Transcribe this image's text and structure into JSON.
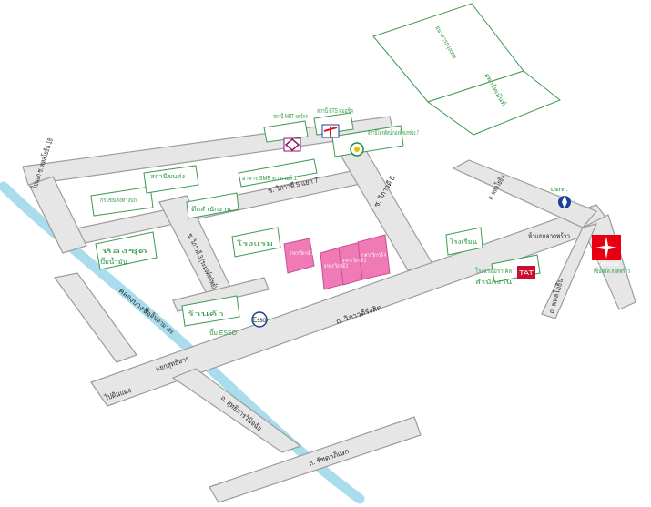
{
  "colors": {
    "canal": "#a9dcec",
    "road_fill": "#e6e6e6",
    "road_edge": "#9c9c9c",
    "building_stroke": "#3e9a52",
    "label_green": "#2f9a44",
    "target_pink": "#f07ab6",
    "central_red": "#e60012"
  },
  "roads": {
    "phahonyothin18": "ไปนอก ซ. พหลโยธิน 18",
    "vibhavadi3a": "ซ. วิภาวดี 3 (ระมงค์ทรัพย์)",
    "vibhavadi5a7": "ซ. วิภาวดี 5 แยก 7",
    "vibhavadi5": "ซ. วิภาวดี 5",
    "phahonyothin": "ถ. พหลโยธิน",
    "vibhavadi": "ถ. วิภาวดีรังสิต",
    "inthamara": "ซ. อินทามาระ",
    "sutthisan": "แยกสุทธิสาร",
    "dindaeng": "ไปดินแดง",
    "sutthisanwinitchai": "ถ. สุทธิสารวินิจฉัย",
    "ratchadaphisek": "ถ. รัชดาภิเษก",
    "ladprao_jn": "ห้าแยกลาดพร้าว",
    "phahonyothin_lower": "ถ. พหลโยธิน",
    "canal": "คลองบางซื่อ"
  },
  "places": {
    "bangkok_bank": "ธนาคารกรุงเทพ",
    "mrt_bts": "สถานี MRT จตุจักร",
    "bts_mochit": "สถานี BTS หมอชิต",
    "tv7": "สถานีโทรทัศน์ กองทัพบกช่อง 7",
    "school": "โรงเรียน",
    "ptt": "ปตท.",
    "central": "เซ็นทรัล ลาดพร้าว",
    "esso": "ปั๊ม ESSO",
    "fuel": "ปั๊มน้ำมัน",
    "apartment": "อพาร์ทเม้นท์",
    "shop": "ร้านค้า",
    "sme1": "อาคาร SME ทาวเวอร์ 1",
    "sme2": "ตึกสำนักงาน",
    "sme3": "โรงแรม",
    "mansion": "ห้องชุด",
    "hotel": "โรงแรมมิราเคิล",
    "office": "สำนักงาน",
    "transport": "กรมขนส่งทางบก",
    "station": "สถานีขนส่ง"
  },
  "targets": {
    "a": "อาคาร วิภาวดี 1",
    "b": "อาคาร วิภาวดี 2",
    "c": "อาคาร วิภาวดี 3",
    "d": "อาคาร วิภาวดี 4"
  },
  "logos": {
    "esso": "Esso",
    "central": "Central",
    "tourist": "TAT"
  }
}
